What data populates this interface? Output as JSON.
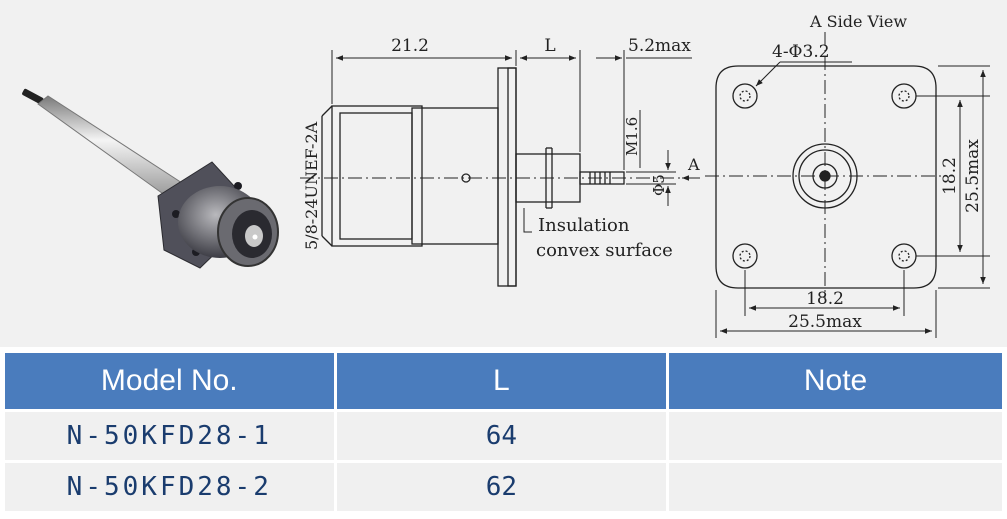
{
  "drawing": {
    "view_title": "A Side View",
    "hole_label": "4-Φ3.2",
    "dim_length": "21.2",
    "dim_L": "L",
    "dim_pin_max": "5.2max",
    "thread_label": "5/8-24UNEF-2A",
    "pin_thread": "M1.6",
    "pin_dia": "Φ5",
    "view_arrow": "A",
    "insulation_line1": "Insulation",
    "insulation_line2": "convex surface",
    "hole_spacing_v": "18.2",
    "flange_max_v": "25.5max",
    "hole_spacing_h": "18.2",
    "flange_max_h": "25.5max"
  },
  "table": {
    "headers": [
      "Model No.",
      "L",
      "Note"
    ],
    "rows": [
      {
        "model": "N-50KFD28-1",
        "L": "64",
        "note": ""
      },
      {
        "model": "N-50KFD28-2",
        "L": "62",
        "note": ""
      }
    ]
  }
}
